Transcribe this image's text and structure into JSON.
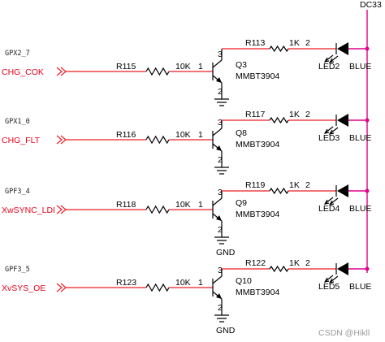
{
  "supply_label": "DC33",
  "watermark": "CSDN @Hikll",
  "gnd_label": "GND",
  "rows": [
    {
      "gpio": "GPX2_7",
      "signal": "CHG_COK",
      "r_base": "R115",
      "r_base_val": "10K",
      "pin1": "1",
      "transistor": "Q3",
      "part": "MMBT3904",
      "pin3": "3",
      "pin2": "2",
      "r_led": "R113",
      "r_led_val": "1K",
      "r_pin": "2",
      "led": "LED2",
      "color": "BLUE",
      "gnd": ""
    },
    {
      "gpio": "GPX1_0",
      "signal": "CHG_FLT",
      "r_base": "R116",
      "r_base_val": "10K",
      "pin1": "1",
      "transistor": "Q8",
      "part": "MMBT3904",
      "pin3": "3",
      "pin2": "2",
      "r_led": "R117",
      "r_led_val": "1K",
      "r_pin": "2",
      "led": "LED3",
      "color": "BLUE",
      "gnd": ""
    },
    {
      "gpio": "GPF3_4",
      "signal": "XwSYNC_LDI",
      "r_base": "R118",
      "r_base_val": "10K",
      "pin1": "1",
      "transistor": "Q9",
      "part": "MMBT3904",
      "pin3": "3",
      "pin2": "2",
      "r_led": "R119",
      "r_led_val": "1K",
      "r_pin": "2",
      "led": "LED4",
      "color": "BLUE",
      "gnd": "GND"
    },
    {
      "gpio": "GPF3_5",
      "signal": "XvSYS_OE",
      "r_base": "R123",
      "r_base_val": "10K",
      "pin1": "1",
      "transistor": "Q10",
      "part": "MMBT3904",
      "pin3": "3",
      "pin2": "2",
      "r_led": "R122",
      "r_led_val": "1K",
      "r_pin": "2",
      "led": "LED5",
      "color": "BLUE",
      "gnd": "GND"
    }
  ]
}
